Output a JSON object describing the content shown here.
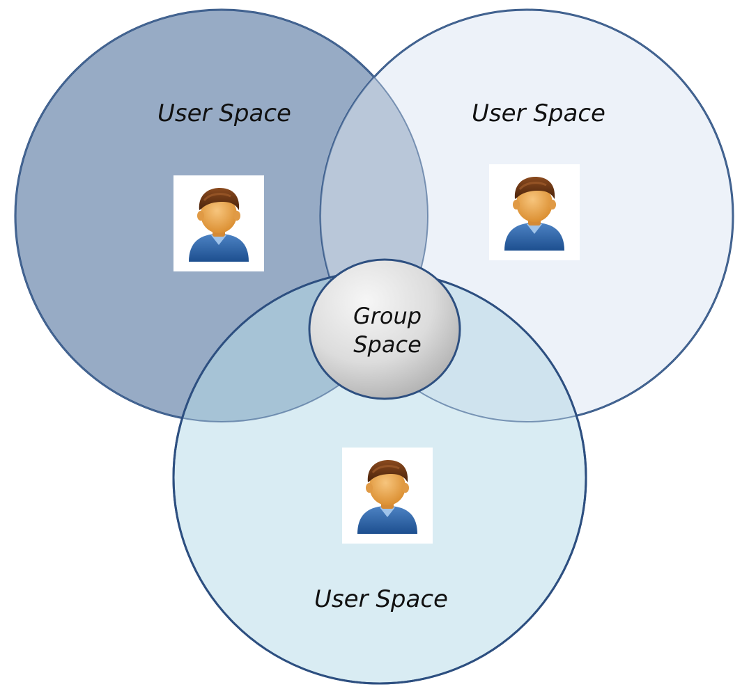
{
  "diagram": {
    "spaces": [
      {
        "id": "top-left",
        "label": "User Space",
        "icon": "user-avatar-icon",
        "fill": "#97abc5"
      },
      {
        "id": "top-right",
        "label": "User Space",
        "icon": "user-avatar-icon",
        "fill": "#edf2f9"
      },
      {
        "id": "bottom",
        "label": "User Space",
        "icon": "user-avatar-icon",
        "fill": "#d9ecf3"
      }
    ],
    "group": {
      "label_line1": "Group",
      "label_line2": "Space"
    },
    "colors": {
      "circle_stroke": "#2d4f80",
      "overlap_top": "#b9c7d9",
      "overlap_left_bottom": "#a6c3d6",
      "overlap_right_bottom": "#cfe3ee",
      "group_fill_light": "#f4f4f4",
      "group_fill_dark": "#b8b8b8"
    }
  }
}
